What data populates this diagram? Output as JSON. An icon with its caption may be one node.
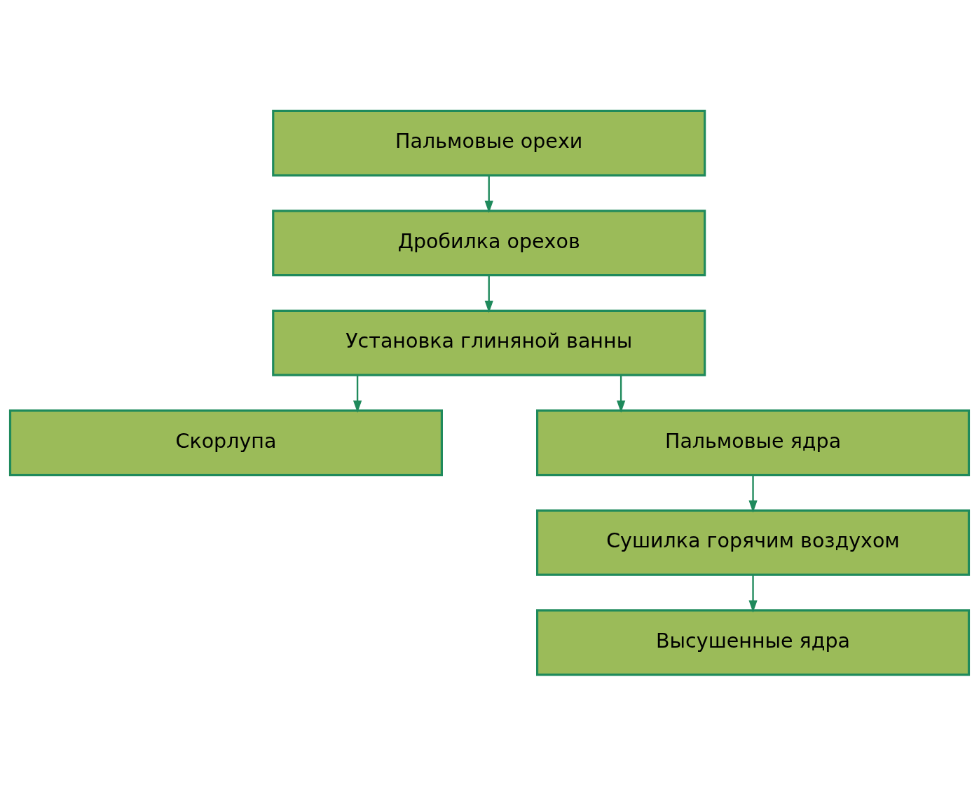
{
  "diagram": {
    "nodes": [
      {
        "text": [
          "Пальмовые орехи"
        ]
      },
      {
        "text": [
          "Дробилка орехов"
        ]
      },
      {
        "text": [
          "Установка глиняной ванны"
        ]
      },
      {
        "text": [
          "Скорлупа"
        ]
      },
      {
        "text": [
          "Пальмовые ядра"
        ]
      },
      {
        "text": [
          "Сушилка горячим воздухом"
        ]
      },
      {
        "text": [
          "Высушенные ядра"
        ]
      }
    ],
    "edges": [
      {
        "from": 0,
        "to": 1,
        "arrow": "to"
      },
      {
        "from": 1,
        "to": 2,
        "arrow": "to"
      },
      {
        "from": 2,
        "to": 3,
        "arrow": "to"
      },
      {
        "from": 2,
        "to": 4,
        "arrow": "to"
      },
      {
        "from": 4,
        "to": 5,
        "arrow": "to"
      },
      {
        "from": 5,
        "to": 6,
        "arrow": "to"
      }
    ]
  }
}
